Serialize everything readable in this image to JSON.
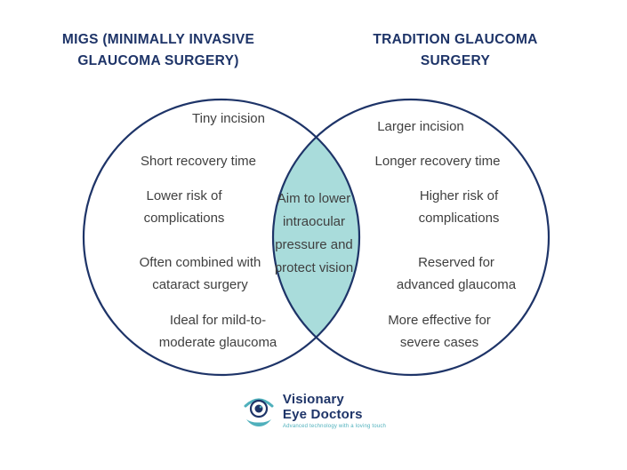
{
  "headers": {
    "left": "MIGS (MINIMALLY INVASIVE GLAUCOMA SURGERY)",
    "right": "TRADITION GLAUCOMA SURGERY"
  },
  "diagram": {
    "left_items": [
      "Tiny incision",
      "Short recovery time",
      "Lower risk of complications",
      "Often combined with cataract surgery",
      "Ideal for mild-to-moderate glaucoma"
    ],
    "overlap_item": "Aim to lower intraocular pressure and protect vision",
    "right_items": [
      "Larger incision",
      "Longer recovery time",
      "Higher risk of complications",
      "Reserved for advanced glaucoma",
      "More effective for severe cases"
    ]
  },
  "logo": {
    "line1": "Visionary",
    "line2": "Eye Doctors",
    "tagline": "Advanced technology with a loving touch"
  },
  "colors": {
    "navy": "#1e3468",
    "teal_fill": "#a9dcdb",
    "text": "#3f3f3f",
    "logo_teal": "#4fb0bc"
  }
}
